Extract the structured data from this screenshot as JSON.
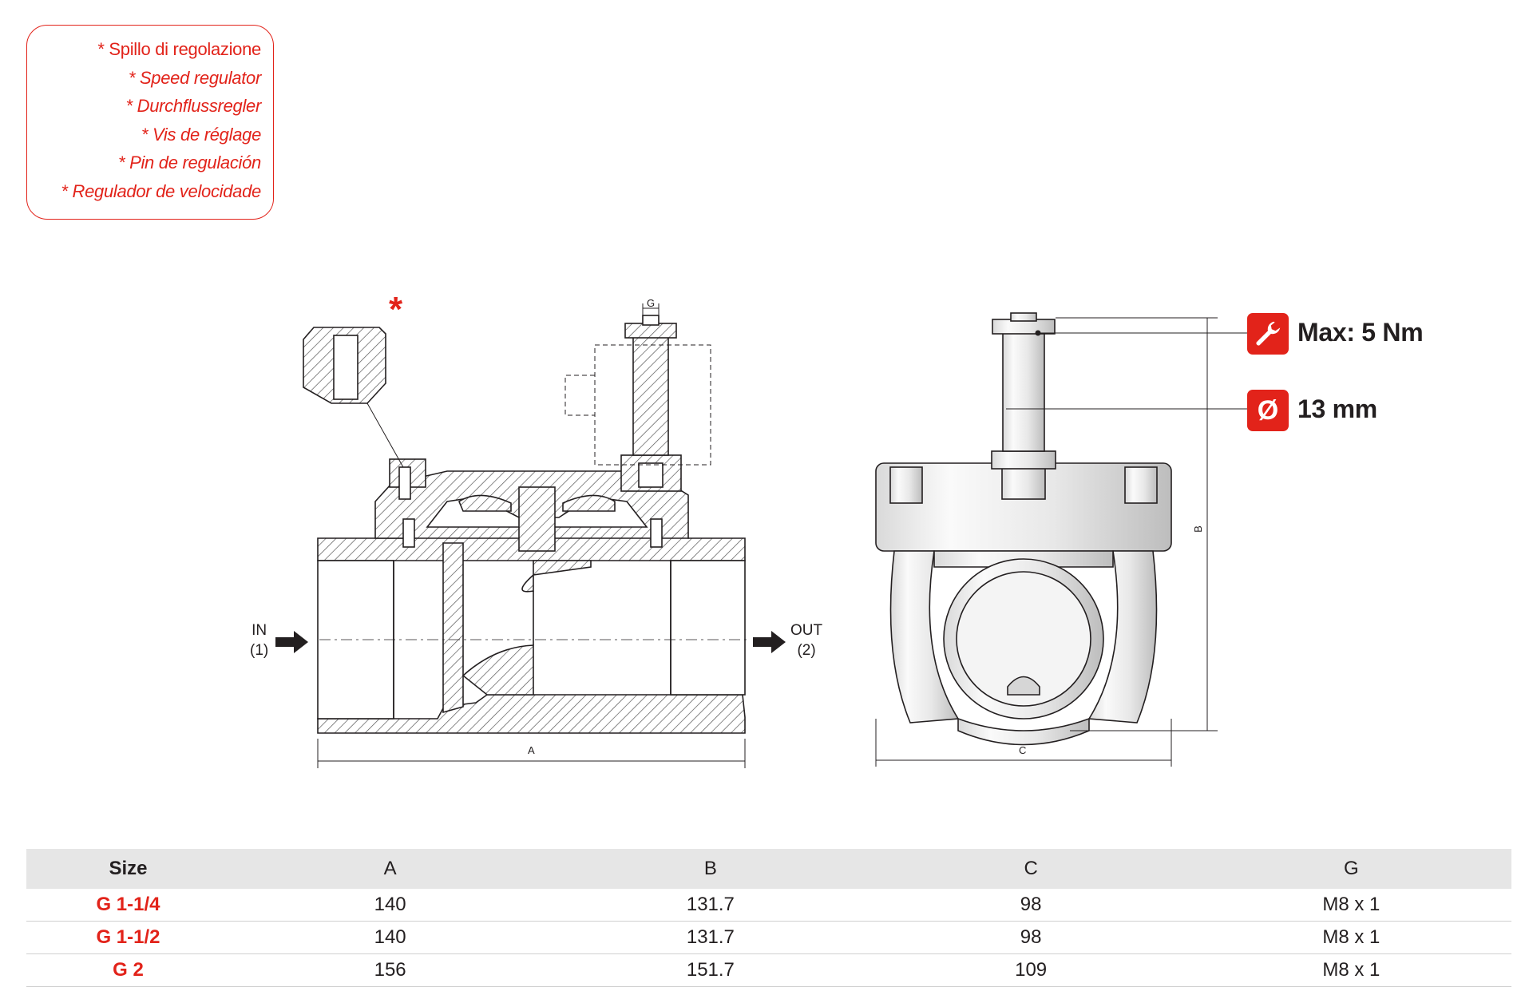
{
  "legend": {
    "title": "* Spillo di regolazione",
    "translations": [
      "* Speed regulator",
      "* Durchflussregler",
      "* Vis de réglage",
      "* Pin de regulación",
      "* Regulador de velocidade"
    ]
  },
  "drawing": {
    "asterisk": "*",
    "in_label": "IN",
    "in_port": "(1)",
    "out_label": "OUT",
    "out_port": "(2)",
    "dim_a": "A",
    "dim_b": "B",
    "dim_c": "C",
    "dim_g": "G"
  },
  "callouts": {
    "torque": {
      "icon": "wrench-icon",
      "text": "Max: 5 Nm"
    },
    "diameter": {
      "icon": "diameter-icon",
      "symbol": "Ø",
      "text": "13 mm"
    }
  },
  "colors": {
    "accent": "#e2231a",
    "table_header": "#e6e6e6",
    "ink": "#231f20"
  },
  "table": {
    "headers": [
      "Size",
      "A",
      "B",
      "C",
      "G"
    ],
    "rows": [
      {
        "size": "G 1-1/4",
        "a": "140",
        "b": "131.7",
        "c": "98",
        "g": "M8 x 1"
      },
      {
        "size": "G 1-1/2",
        "a": "140",
        "b": "131.7",
        "c": "98",
        "g": "M8 x 1"
      },
      {
        "size": "G 2",
        "a": "156",
        "b": "151.7",
        "c": "109",
        "g": "M8 x 1"
      }
    ]
  }
}
